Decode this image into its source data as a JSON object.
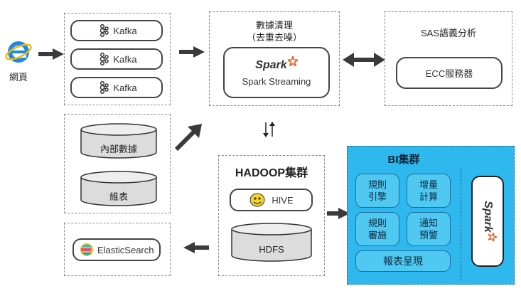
{
  "source": {
    "label": "網頁"
  },
  "kafka": {
    "items": [
      "Kafka",
      "Kafka",
      "Kafka"
    ]
  },
  "internal": {
    "db1": "內部數據",
    "db2": "維表"
  },
  "elastic": {
    "label": "ElasticSearch"
  },
  "cleaning": {
    "title": "數據清理",
    "subtitle": "（去重去噪）",
    "logo": "Spark",
    "engine": "Spark Streaming"
  },
  "sas": {
    "title": "SAS語義分析",
    "server": "ECC服務器"
  },
  "hadoop": {
    "title": "HADOOP集群",
    "hive": "HIVE",
    "hdfs": "HDFS"
  },
  "bi": {
    "title": "BI集群",
    "cells": [
      "規則\n引擎",
      "增量\n計算",
      "規則\n審施",
      "通知\n預警"
    ],
    "report": "報表呈現",
    "spark_logo": "Spark"
  },
  "colors": {
    "bi_bg": "#2fb8ee",
    "bi_cell": "#4fc9f2",
    "arrow": "#3a3a3a",
    "spark_star": "#e25a1c"
  }
}
